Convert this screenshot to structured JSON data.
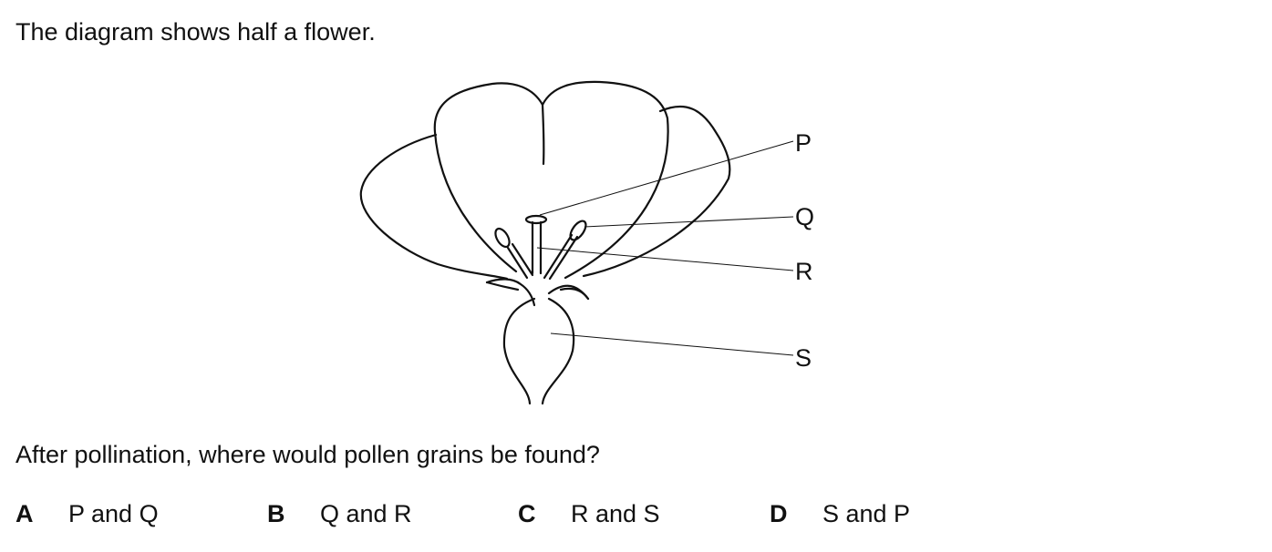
{
  "intro_text": "The diagram shows half a flower.",
  "diagram": {
    "labels": {
      "p": "P",
      "q": "Q",
      "r": "R",
      "s": "S"
    }
  },
  "question_text": "After pollination, where would pollen grains be found?",
  "options": [
    {
      "letter": "A",
      "text": "P and Q"
    },
    {
      "letter": "B",
      "text": "Q and R"
    },
    {
      "letter": "C",
      "text": "R and S"
    },
    {
      "letter": "D",
      "text": "S and P"
    }
  ]
}
